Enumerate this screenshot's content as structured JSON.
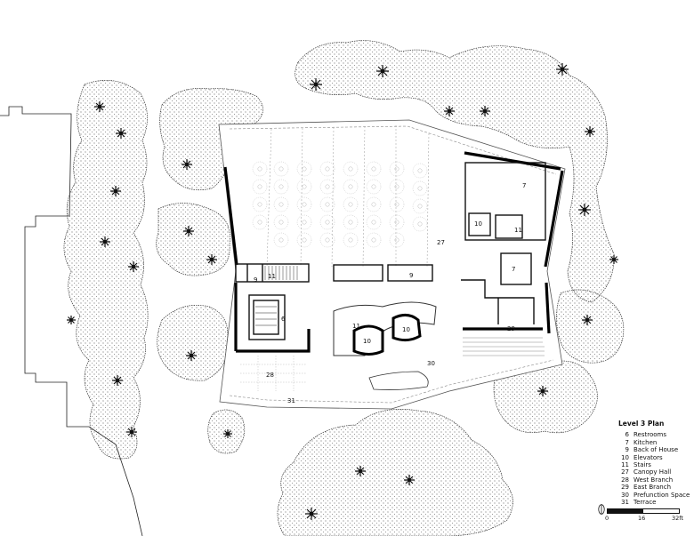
{
  "legend": {
    "title": "Level 3 Plan",
    "items": [
      {
        "num": "6",
        "label": "Restrooms"
      },
      {
        "num": "7",
        "label": "Kitchen"
      },
      {
        "num": "9",
        "label": "Back of House"
      },
      {
        "num": "10",
        "label": "Elevators"
      },
      {
        "num": "11",
        "label": "Stairs"
      },
      {
        "num": "27",
        "label": "Canopy Hall"
      },
      {
        "num": "28",
        "label": "West Branch"
      },
      {
        "num": "29",
        "label": "East Branch"
      },
      {
        "num": "30",
        "label": "Prefunction Space"
      },
      {
        "num": "31",
        "label": "Terrace"
      }
    ]
  },
  "room_labels": {
    "canopy_hall": "27",
    "kitchen_main": "7",
    "kitchen_small": "7",
    "elevator_ne": "10",
    "stair_ne": "11",
    "boh_w": "9",
    "stair_w": "11",
    "boh_c": "9",
    "restrooms": "6",
    "stair_c": "11",
    "elevator_a": "10",
    "elevator_b": "10",
    "prefunction": "30",
    "west_branch": "28",
    "east_branch": "29",
    "terrace": "31"
  },
  "scale": {
    "t0": "0",
    "t1": "16",
    "t2": "32ft"
  }
}
